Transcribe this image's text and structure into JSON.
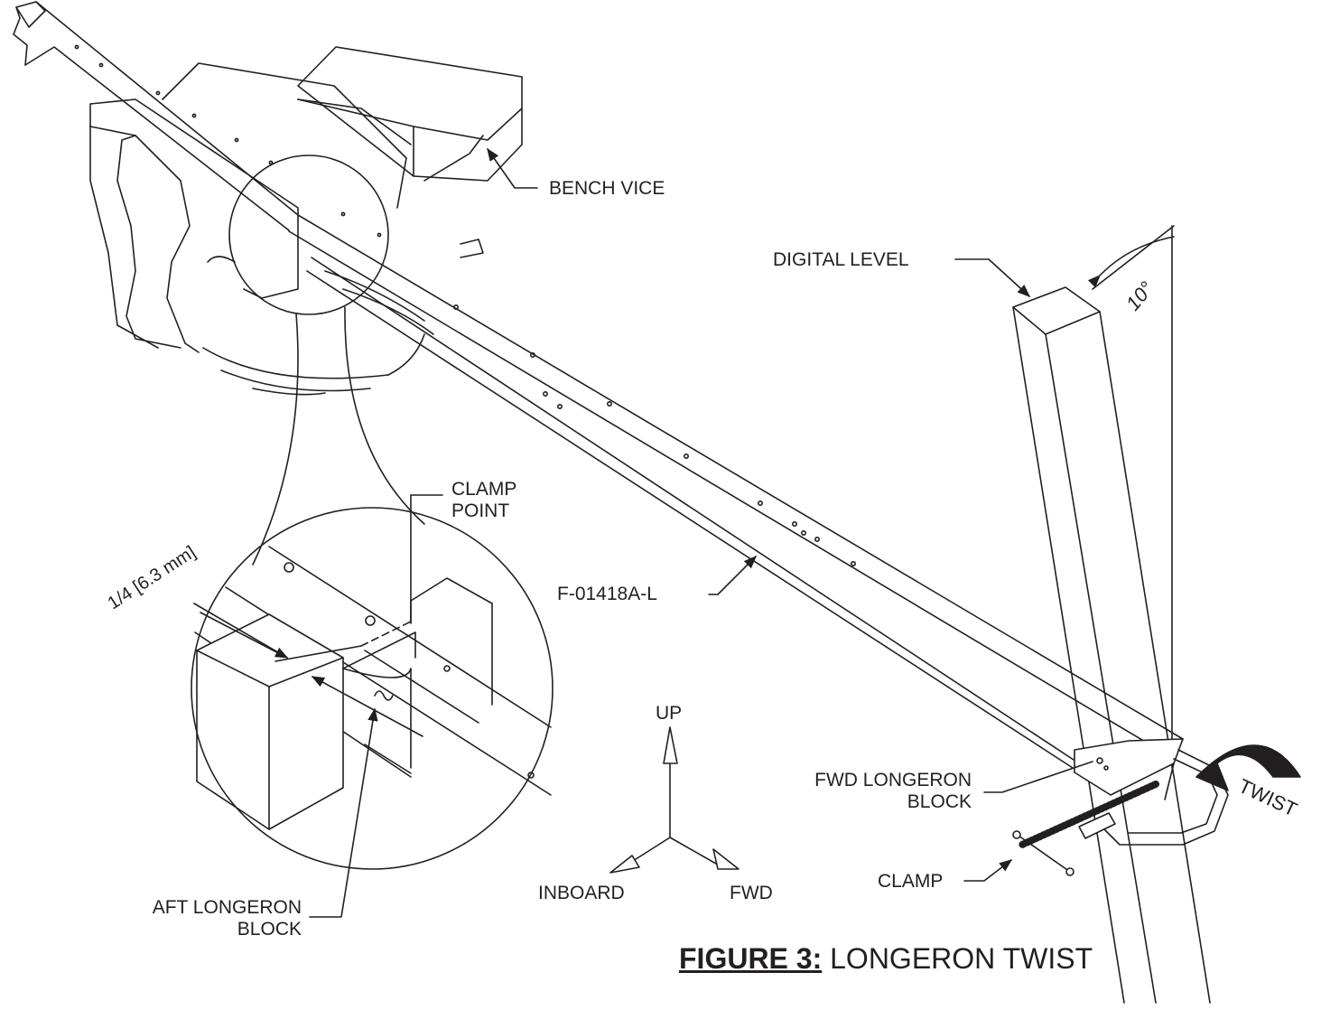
{
  "labels": {
    "bench_vice": "BENCH VICE",
    "digital_level": "DIGITAL LEVEL",
    "angle": "10°",
    "clamp_point": [
      "CLAMP",
      "POINT"
    ],
    "dimension": "1/4 [6.3 mm]",
    "part_number": "F-01418A-L",
    "up": "UP",
    "inboard": "INBOARD",
    "fwd": "FWD",
    "fwd_longeron_block": [
      "FWD LONGERON",
      "BLOCK"
    ],
    "clamp": "CLAMP",
    "twist": "TWIST",
    "aft_longeron_block": [
      "AFT LONGERON",
      "BLOCK"
    ]
  },
  "caption": {
    "figure": "FIGURE 3:",
    "title": "LONGERON TWIST"
  },
  "colors": {
    "line": "#231f20",
    "background": "#ffffff"
  }
}
